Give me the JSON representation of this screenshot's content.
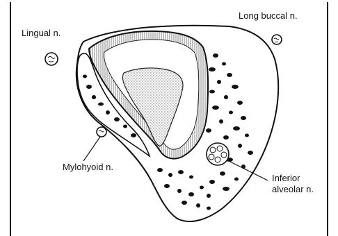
{
  "diagram": {
    "labels": {
      "lingual": "Lingual n.",
      "long_buccal": "Long buccal n.",
      "mylohyoid": "Mylohyoid n.",
      "inferior_alveolar_line1": "Inferior",
      "inferior_alveolar_line2": "alveolar n."
    }
  },
  "colors": {
    "ink": "#111111",
    "background": "#ffffff",
    "bone_fill": "#ffffff",
    "pulp_fill": "#e8e8e8"
  }
}
